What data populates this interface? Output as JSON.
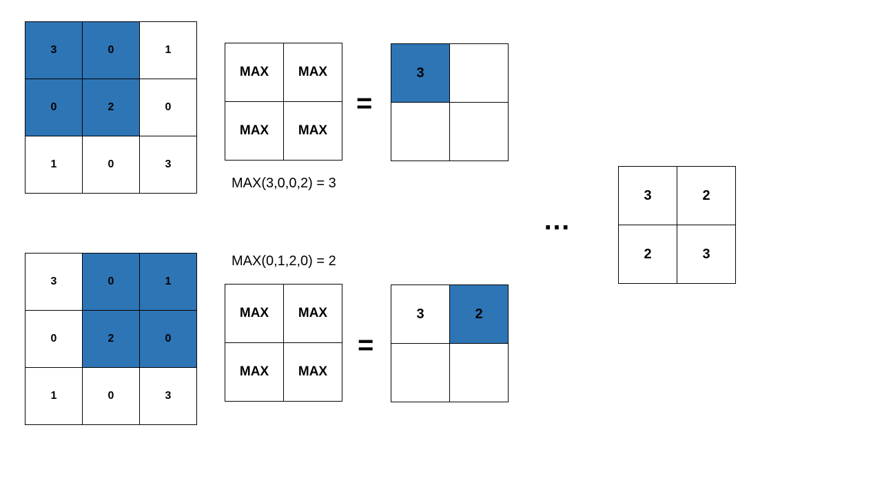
{
  "colors": {
    "highlight": "#2e75b6",
    "cell_bg": "#ffffff",
    "border": "#000000"
  },
  "input_matrix": [
    [
      "3",
      "0",
      "1"
    ],
    [
      "0",
      "2",
      "0"
    ],
    [
      "1",
      "0",
      "3"
    ]
  ],
  "max_label": "MAX",
  "equals": "=",
  "step1": {
    "expression": "MAX(3,0,0,2) = 3",
    "input_highlight": [
      [
        0,
        0
      ],
      [
        0,
        1
      ],
      [
        1,
        0
      ],
      [
        1,
        1
      ]
    ],
    "output": [
      [
        "3",
        ""
      ],
      [
        "",
        ""
      ]
    ],
    "output_highlight": [
      0,
      0
    ]
  },
  "step2": {
    "expression": "MAX(0,1,2,0) = 2",
    "input_highlight": [
      [
        0,
        1
      ],
      [
        0,
        2
      ],
      [
        1,
        1
      ],
      [
        1,
        2
      ]
    ],
    "output": [
      [
        "3",
        "2"
      ],
      [
        "",
        ""
      ]
    ],
    "output_highlight": [
      0,
      1
    ]
  },
  "ellipsis": "…",
  "final_output": [
    [
      "3",
      "2"
    ],
    [
      "2",
      "3"
    ]
  ]
}
